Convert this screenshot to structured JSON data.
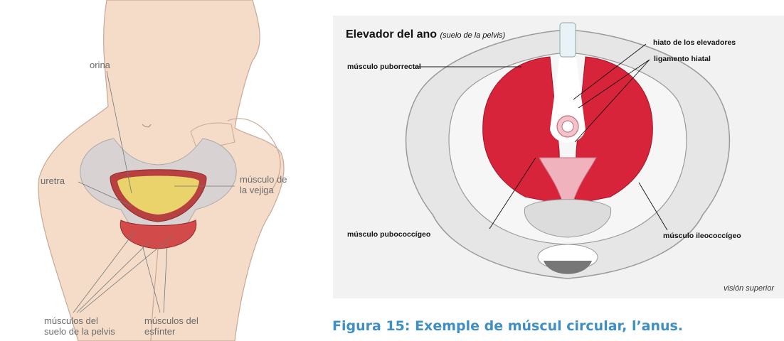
{
  "left_figure": {
    "labels": {
      "orina": "orina",
      "uretra": "uretra",
      "musculo_vejiga": "músculo de\nla vejiga",
      "musculos_suelo": "músculos del\nsuelo de la pelvis",
      "musculos_esfinter": "músculos del\nesfínter"
    }
  },
  "right_figure": {
    "title": "Elevador del ano",
    "subtitle": "(suelo de la pelvis)",
    "labels": {
      "hiato": "hiato de los elevadores",
      "ligamento": "ligamento hiatal",
      "puborrectal": "músculo puborrectal",
      "pubococcigeo": "músculo pubococcígeo",
      "ileococcigeo": "músculo ileococcígeo"
    },
    "view": "visión superior"
  },
  "caption": "Figura 15: Exemple de múscul circular, l’anus."
}
